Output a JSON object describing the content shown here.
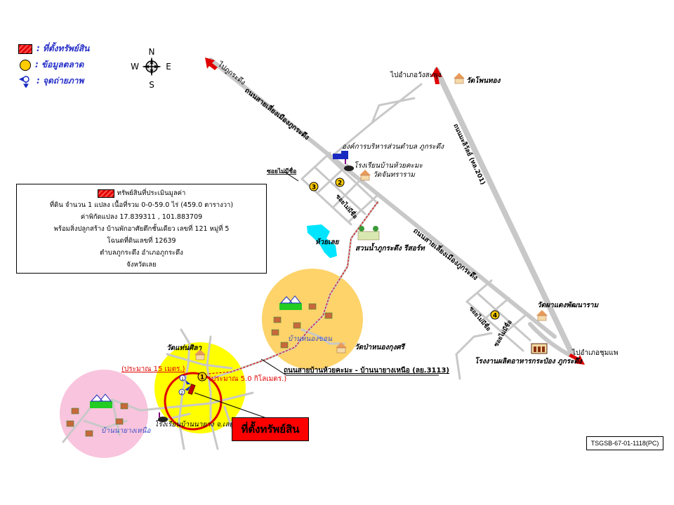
{
  "legend": {
    "items": [
      {
        "icon": "property-hatch-icon",
        "label": ": ที่ตั้งทรัพย์สิน"
      },
      {
        "icon": "market-data-circle-icon",
        "label": ": ข้อมูลตลาด"
      },
      {
        "icon": "photo-point-icon",
        "label": ": จุดถ่ายภาพ"
      }
    ]
  },
  "compass": {
    "n": "N",
    "s": "S",
    "e": "E",
    "w": "W"
  },
  "info_box": {
    "title": "ทรัพย์สินที่ประเมินมูลค่า",
    "lines": [
      "ที่ดิน จำนวน 1 แปลง เนื้อที่รวม 0-0-59.0 ไร่ (459.0 ตารางวา)",
      "ค่าพิกัดแปลง 17.839311 , 101.883709",
      "พร้อมสิ่งปลูกสร้าง บ้านพักอาศัยตึกชั้นเดียว เลขที่ 121 หมู่ที่ 5",
      "โฉนดที่ดินเลขที่ 12639",
      "ตำบลภูกระดึง อำเภอภูกระดึง",
      "จังหวัดเลย"
    ]
  },
  "roads": {
    "to_phu_kradueng": "ไปภูกระดึง",
    "road_loei_phu": "ถนนสายเลี่ยงเมืองภูกระดึง",
    "road_loei_phu_2": "ถนนสายเลี่ยงเมืองภูกระดึง",
    "to_wang_saphung": "ไปอำเภอวังสะพุง",
    "mittraphap": "ถนนมะลิวัลย์ (ทล.201)",
    "to_chum_phae": "ไปอำเภอชุมแพ",
    "road_3113": "ถนนสายบ้านห้วยคะมะ - บ้านนายางเหนือ (ลย.3113)",
    "soi_1": "ซอยไม่มีชื่อ",
    "soi_2": "ซอยไม่มีชื่อ",
    "soi_3": "ซอยไม่มีชื่อ",
    "soi_4": "ซอยไม่มีชื่อ"
  },
  "places": {
    "sao": "องค์การบริหารส่วนตำบล ภูกระดึง",
    "school_huai": "โรงเรียนบ้านห้วยคะมะ",
    "wat_chan": "วัดจันทราราม",
    "wat_phon": "วัดโพนทอง",
    "huai_loei": "ห้วยเลย",
    "resort": "สวนน้ำภูกระดึง รีสอร์ท",
    "village_nong_khon": "บ้านหนองขอน",
    "wat_pa_nong": "วัดป่าหนองกุงศรี",
    "wat_pha_daeng": "วัดผาแดงพัฒนาราม",
    "factory": "โรงงานผลิตอาหารกระป๋อง ภูกระดึง",
    "wat_waen": "วัดแท่นศิลา",
    "school_na_yang": "โรงเรียนบ้านนายาง จ.เลย",
    "village_na_yang": "บ้านนายางเหนือ"
  },
  "markers": {
    "m1": "1",
    "m2": "2",
    "m3": "3",
    "m4": "4",
    "p1": "1",
    "p2": "2"
  },
  "distances": {
    "d15": "(ประมาณ 15 เมตร.)",
    "d50": "(ประมาณ 5.0 กิโลเมตร.)"
  },
  "property_label": "ที่ตั้งทรัพย์สิน",
  "doc_code": "TSGSB-67-01-1118(PC)",
  "colors": {
    "road": "#c8c8c8",
    "arrow": "#e00000",
    "market_circle": "#ffcc00",
    "yellow_zone": "#ffff00",
    "orange_zone": "#fdd36a",
    "pink_zone": "#f9c4dd",
    "water": "#00e5ff",
    "legend_text": "#2830c8"
  }
}
